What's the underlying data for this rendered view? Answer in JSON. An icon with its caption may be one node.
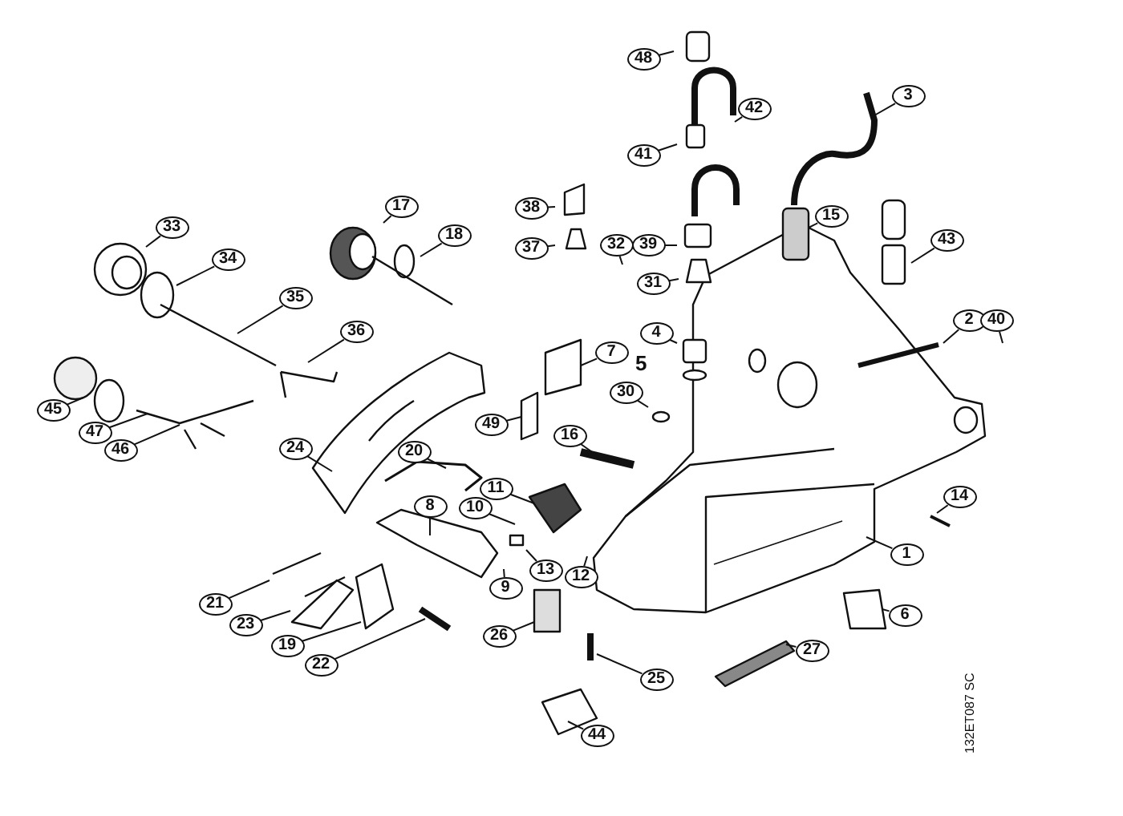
{
  "diagram": {
    "nodes": [
      {
        "text": [
          "48"
        ]
      },
      {
        "text": [
          "3"
        ]
      },
      {
        "text": [
          "42"
        ]
      },
      {
        "text": [
          "41"
        ]
      },
      {
        "text": [
          "38"
        ]
      },
      {
        "text": [
          "15"
        ]
      },
      {
        "text": [
          "43"
        ]
      },
      {
        "text": [
          "37"
        ]
      },
      {
        "text": [
          "32"
        ]
      },
      {
        "text": [
          "39"
        ]
      },
      {
        "text": [
          "31"
        ]
      },
      {
        "text": [
          "17"
        ]
      },
      {
        "text": [
          "33"
        ]
      },
      {
        "text": [
          "18"
        ]
      },
      {
        "text": [
          "34"
        ]
      },
      {
        "text": [
          "35"
        ]
      },
      {
        "text": [
          "2"
        ]
      },
      {
        "text": [
          "40"
        ]
      },
      {
        "text": [
          "4"
        ]
      },
      {
        "text": [
          "36"
        ]
      },
      {
        "text": [
          "7"
        ]
      },
      {
        "text": [
          "30"
        ]
      },
      {
        "text": [
          "45"
        ]
      },
      {
        "text": [
          "49"
        ]
      },
      {
        "text": [
          "47"
        ]
      },
      {
        "text": [
          "46"
        ]
      },
      {
        "text": [
          "16"
        ]
      },
      {
        "text": [
          "24"
        ]
      },
      {
        "text": [
          "20"
        ]
      },
      {
        "text": [
          "11"
        ]
      },
      {
        "text": [
          "8"
        ]
      },
      {
        "text": [
          "10"
        ]
      },
      {
        "text": [
          "14"
        ]
      },
      {
        "text": [
          "1"
        ]
      },
      {
        "text": [
          "13"
        ]
      },
      {
        "text": [
          "12"
        ]
      },
      {
        "text": [
          "9"
        ]
      },
      {
        "text": [
          "21"
        ]
      },
      {
        "text": [
          "6"
        ]
      },
      {
        "text": [
          "23"
        ]
      },
      {
        "text": [
          "26"
        ]
      },
      {
        "text": [
          "19"
        ]
      },
      {
        "text": [
          "27"
        ]
      },
      {
        "text": [
          "22"
        ]
      },
      {
        "text": [
          "25"
        ]
      },
      {
        "text": [
          "44"
        ]
      }
    ],
    "edges": [
      {
        "from": 0,
        "to": null,
        "arrow": "none"
      },
      {
        "from": 1,
        "to": null,
        "arrow": "none"
      },
      {
        "from": 2,
        "to": null,
        "arrow": "none"
      },
      {
        "from": 3,
        "to": null,
        "arrow": "none"
      },
      {
        "from": 4,
        "to": null,
        "arrow": "none"
      },
      {
        "from": 5,
        "to": null,
        "arrow": "none"
      },
      {
        "from": 6,
        "to": null,
        "arrow": "none"
      },
      {
        "from": 7,
        "to": null,
        "arrow": "none"
      },
      {
        "from": 8,
        "to": null,
        "arrow": "none"
      },
      {
        "from": 9,
        "to": null,
        "arrow": "none"
      },
      {
        "from": 10,
        "to": null,
        "arrow": "none"
      },
      {
        "from": 11,
        "to": null,
        "arrow": "none"
      },
      {
        "from": 12,
        "to": null,
        "arrow": "none"
      },
      {
        "from": 13,
        "to": null,
        "arrow": "none"
      },
      {
        "from": 14,
        "to": null,
        "arrow": "none"
      },
      {
        "from": 15,
        "to": null,
        "arrow": "none"
      },
      {
        "from": 16,
        "to": null,
        "arrow": "none"
      },
      {
        "from": 17,
        "to": null,
        "arrow": "none"
      },
      {
        "from": 18,
        "to": null,
        "arrow": "none"
      },
      {
        "from": 19,
        "to": null,
        "arrow": "none"
      },
      {
        "from": 20,
        "to": null,
        "arrow": "none"
      },
      {
        "from": 21,
        "to": null,
        "arrow": "none"
      },
      {
        "from": 22,
        "to": null,
        "arrow": "none"
      },
      {
        "from": 23,
        "to": null,
        "arrow": "none"
      },
      {
        "from": 24,
        "to": null,
        "arrow": "none"
      },
      {
        "from": 25,
        "to": null,
        "arrow": "none"
      },
      {
        "from": 26,
        "to": null,
        "arrow": "none"
      },
      {
        "from": 27,
        "to": null,
        "arrow": "none"
      },
      {
        "from": 28,
        "to": null,
        "arrow": "none"
      },
      {
        "from": 29,
        "to": null,
        "arrow": "none"
      },
      {
        "from": 30,
        "to": null,
        "arrow": "none"
      },
      {
        "from": 31,
        "to": null,
        "arrow": "none"
      },
      {
        "from": 32,
        "to": null,
        "arrow": "none"
      },
      {
        "from": 33,
        "to": null,
        "arrow": "none"
      },
      {
        "from": 34,
        "to": null,
        "arrow": "none"
      },
      {
        "from": 35,
        "to": null,
        "arrow": "none"
      },
      {
        "from": 36,
        "to": null,
        "arrow": "none"
      },
      {
        "from": 37,
        "to": null,
        "arrow": "none"
      },
      {
        "from": 38,
        "to": null,
        "arrow": "none"
      },
      {
        "from": 39,
        "to": null,
        "arrow": "none"
      },
      {
        "from": 40,
        "to": null,
        "arrow": "none"
      },
      {
        "from": 41,
        "to": null,
        "arrow": "none"
      },
      {
        "from": 42,
        "to": null,
        "arrow": "none"
      },
      {
        "from": 43,
        "to": null,
        "arrow": "none"
      },
      {
        "from": 44,
        "to": null,
        "arrow": "none"
      },
      {
        "from": 45,
        "to": null,
        "arrow": "none"
      }
    ],
    "labels": [
      "5",
      "132ET087 SC"
    ]
  }
}
